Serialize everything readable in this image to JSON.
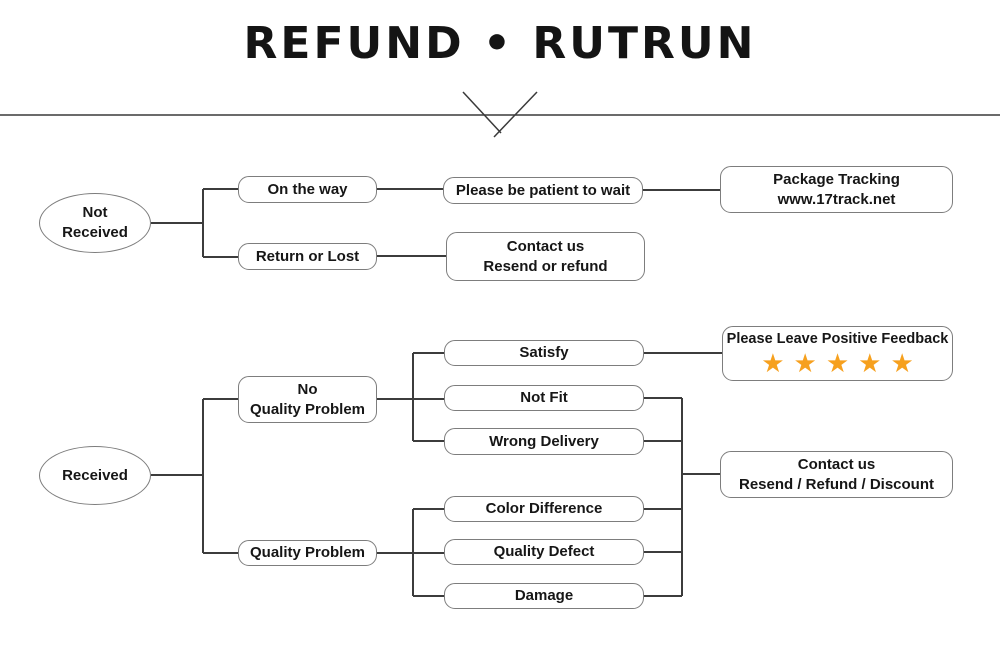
{
  "title": "REFUND • RUTRUN",
  "colors": {
    "star": "#F6A01E",
    "connector_line": "#3C3C3C",
    "box_border": "#7D7D7D",
    "text": "#161616"
  },
  "not_received_flow": {
    "root": "Not Received",
    "on_the_way": "On the way",
    "patient": "Please be patient to wait",
    "tracking": {
      "line1": "Package Tracking",
      "line2": "www.17track.net"
    },
    "return_or_lost": "Return or Lost",
    "contact": {
      "line1": "Contact us",
      "line2": "Resend or refund"
    }
  },
  "received_flow": {
    "root": "Received",
    "no_quality_problem": {
      "line1": "No",
      "line2": "Quality Problem"
    },
    "satisfy": "Satisfy",
    "not_fit": "Not Fit",
    "wrong_delivery": "Wrong Delivery",
    "feedback": {
      "label": "Please Leave Positive Feedback",
      "stars": "★★★★★"
    },
    "contact": {
      "line1": "Contact us",
      "line2": "Resend / Refund / Discount"
    },
    "quality_problem": "Quality Problem",
    "color_difference": "Color Difference",
    "quality_defect": "Quality Defect",
    "damage": "Damage"
  }
}
